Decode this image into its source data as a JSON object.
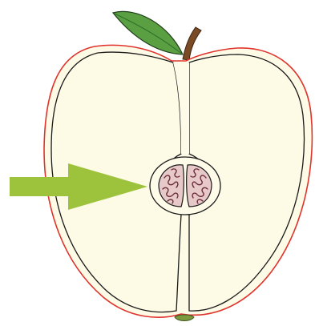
{
  "diagram": {
    "subject": "apple-cross-section",
    "parts": [
      "leaf-icon",
      "stem-icon",
      "apple-skin",
      "apple-flesh-left",
      "apple-flesh-right",
      "core",
      "seed-left",
      "seed-right",
      "blossom-end",
      "pointer-arrow-icon"
    ],
    "colors": {
      "skin": "#e0332d",
      "flesh": "#fdfae6",
      "core_ring": "#fefbe9",
      "outline": "#1a1a1a",
      "seed_fill": "#e8c9c9",
      "seed_pattern": "#6b2c3a",
      "leaf": "#5aa043",
      "leaf_dark": "#2f6e2a",
      "stem": "#7a4a24",
      "arrow": "#9dc23b",
      "blossom": "#7e9a3f"
    }
  }
}
